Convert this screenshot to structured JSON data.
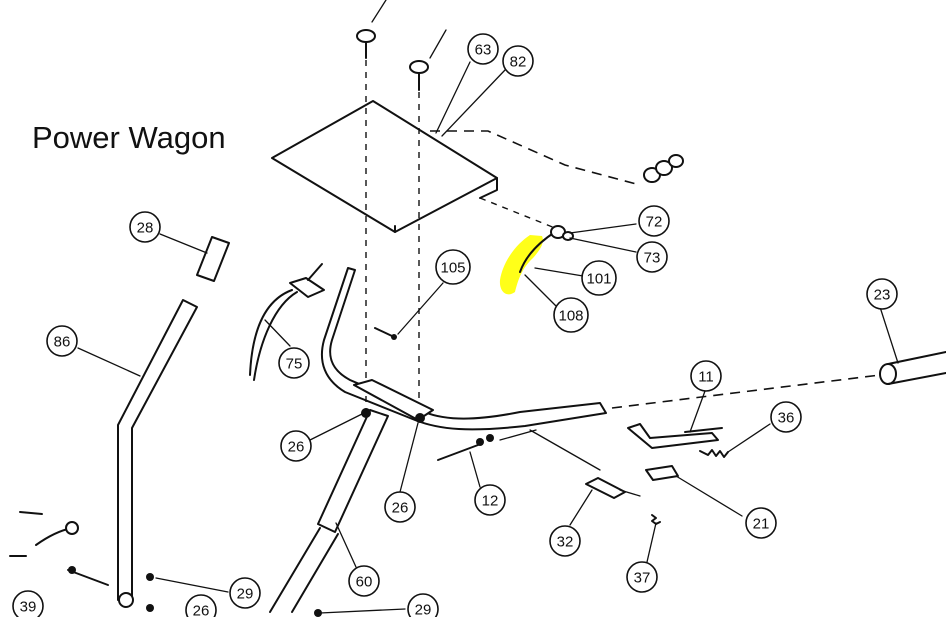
{
  "title": "Power Wagon",
  "highlight_color": "#ffff00",
  "callouts": [
    {
      "id": "63"
    },
    {
      "id": "82"
    },
    {
      "id": "72"
    },
    {
      "id": "73"
    },
    {
      "id": "101"
    },
    {
      "id": "108"
    },
    {
      "id": "105"
    },
    {
      "id": "28"
    },
    {
      "id": "86"
    },
    {
      "id": "75"
    },
    {
      "id": "23"
    },
    {
      "id": "11"
    },
    {
      "id": "36"
    },
    {
      "id": "26"
    },
    {
      "id": "26"
    },
    {
      "id": "12"
    },
    {
      "id": "21"
    },
    {
      "id": "32"
    },
    {
      "id": "37"
    },
    {
      "id": "60"
    },
    {
      "id": "29"
    },
    {
      "id": "29"
    },
    {
      "id": "39"
    },
    {
      "id": "26"
    }
  ]
}
